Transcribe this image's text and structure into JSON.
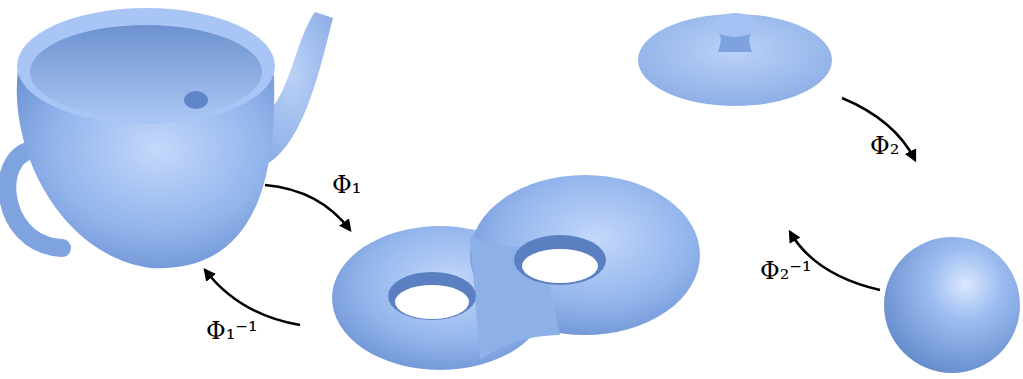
{
  "diagram": {
    "labels": [
      "Φ₁",
      "Φ₁⁻¹",
      "Φ₂",
      "Φ₂⁻¹"
    ]
  }
}
